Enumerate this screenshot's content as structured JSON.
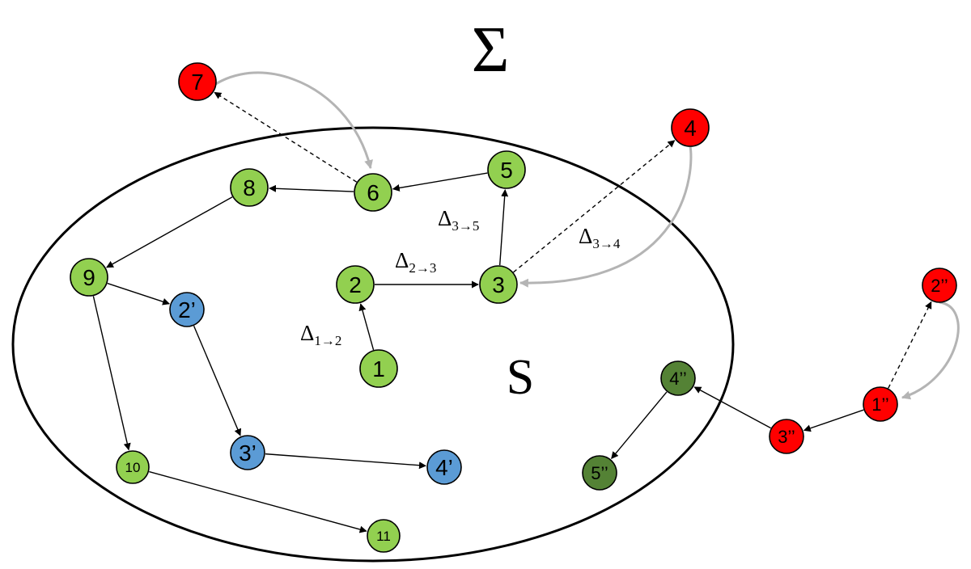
{
  "set_labels": {
    "sigma": "Σ",
    "s": "S"
  },
  "colors": {
    "light_green": "#92D050",
    "dark_green": "#548235",
    "blue": "#5B9BD5",
    "red": "#FF0000",
    "arrow": "#000000",
    "return_arrow": "#B4B4B4"
  },
  "nodes": [
    {
      "id": "n1",
      "label": "1",
      "color": "light_green"
    },
    {
      "id": "n2",
      "label": "2",
      "color": "light_green"
    },
    {
      "id": "n3",
      "label": "3",
      "color": "light_green"
    },
    {
      "id": "n4",
      "label": "4",
      "color": "red"
    },
    {
      "id": "n5",
      "label": "5",
      "color": "light_green"
    },
    {
      "id": "n6",
      "label": "6",
      "color": "light_green"
    },
    {
      "id": "n7",
      "label": "7",
      "color": "red"
    },
    {
      "id": "n8",
      "label": "8",
      "color": "light_green"
    },
    {
      "id": "n9",
      "label": "9",
      "color": "light_green"
    },
    {
      "id": "n10",
      "label": "10",
      "color": "light_green"
    },
    {
      "id": "n11",
      "label": "11",
      "color": "light_green"
    },
    {
      "id": "p2",
      "label": "2’",
      "color": "blue"
    },
    {
      "id": "p3",
      "label": "3’",
      "color": "blue"
    },
    {
      "id": "p4",
      "label": "4’",
      "color": "blue"
    },
    {
      "id": "q1",
      "label": "1’’",
      "color": "red"
    },
    {
      "id": "q2",
      "label": "2’’",
      "color": "red"
    },
    {
      "id": "q3",
      "label": "3’’",
      "color": "red"
    },
    {
      "id": "q4",
      "label": "4’’",
      "color": "dark_green"
    },
    {
      "id": "q5",
      "label": "5’’",
      "color": "dark_green"
    }
  ],
  "edges": [
    {
      "from": "n1",
      "to": "n2",
      "style": "solid"
    },
    {
      "from": "n2",
      "to": "n3",
      "style": "solid"
    },
    {
      "from": "n3",
      "to": "n5",
      "style": "solid"
    },
    {
      "from": "n3",
      "to": "n4",
      "style": "dashed"
    },
    {
      "from": "n4",
      "to": "n3",
      "style": "return"
    },
    {
      "from": "n5",
      "to": "n6",
      "style": "solid"
    },
    {
      "from": "n6",
      "to": "n7",
      "style": "dashed"
    },
    {
      "from": "n7",
      "to": "n6",
      "style": "return"
    },
    {
      "from": "n6",
      "to": "n8",
      "style": "solid"
    },
    {
      "from": "n8",
      "to": "n9",
      "style": "solid"
    },
    {
      "from": "n9",
      "to": "p2",
      "style": "solid"
    },
    {
      "from": "n9",
      "to": "n10",
      "style": "solid"
    },
    {
      "from": "p2",
      "to": "p3",
      "style": "solid"
    },
    {
      "from": "p3",
      "to": "p4",
      "style": "solid"
    },
    {
      "from": "n10",
      "to": "n11",
      "style": "solid"
    },
    {
      "from": "q1",
      "to": "q2",
      "style": "dashed"
    },
    {
      "from": "q2",
      "to": "q1",
      "style": "return"
    },
    {
      "from": "q1",
      "to": "q3",
      "style": "solid"
    },
    {
      "from": "q3",
      "to": "q4",
      "style": "solid"
    },
    {
      "from": "q4",
      "to": "q5",
      "style": "solid"
    }
  ],
  "delta_labels": [
    {
      "id": "d12",
      "base": "Δ",
      "sub": "1→2"
    },
    {
      "id": "d23",
      "base": "Δ",
      "sub": "2→3"
    },
    {
      "id": "d35",
      "base": "Δ",
      "sub": "3→5"
    },
    {
      "id": "d34",
      "base": "Δ",
      "sub": "3→4"
    }
  ]
}
